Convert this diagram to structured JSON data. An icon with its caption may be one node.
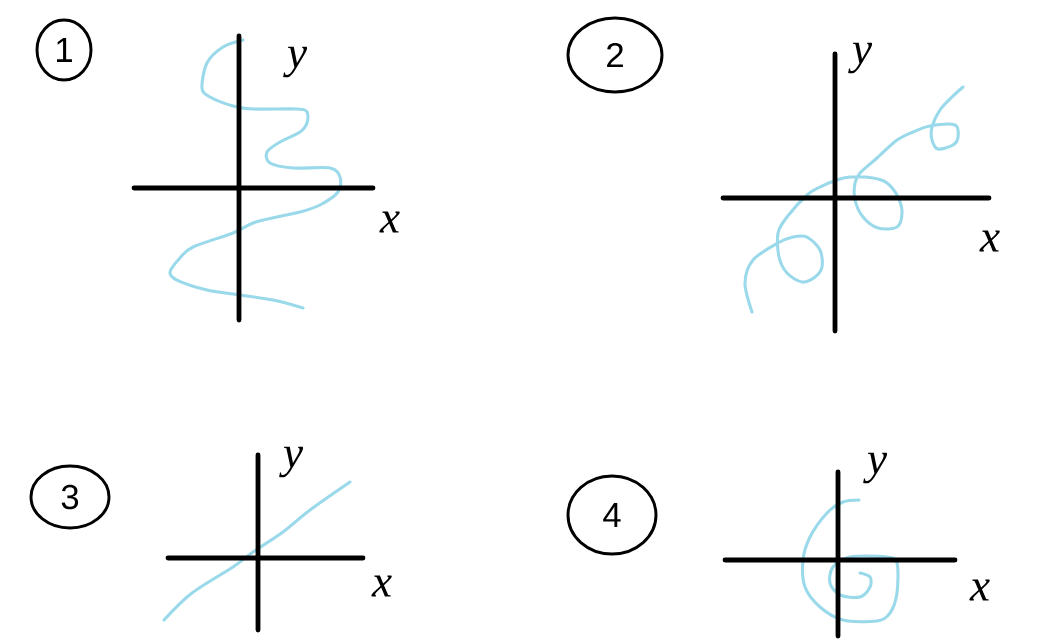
{
  "diagram": {
    "nodes": [
      {
        "text": [
          "1"
        ]
      },
      {
        "text": [
          "2"
        ]
      },
      {
        "text": [
          "3"
        ]
      },
      {
        "text": [
          "4"
        ]
      }
    ],
    "labels": [
      "y",
      "x",
      "y",
      "x",
      "y",
      "x",
      "y",
      "x"
    ]
  }
}
